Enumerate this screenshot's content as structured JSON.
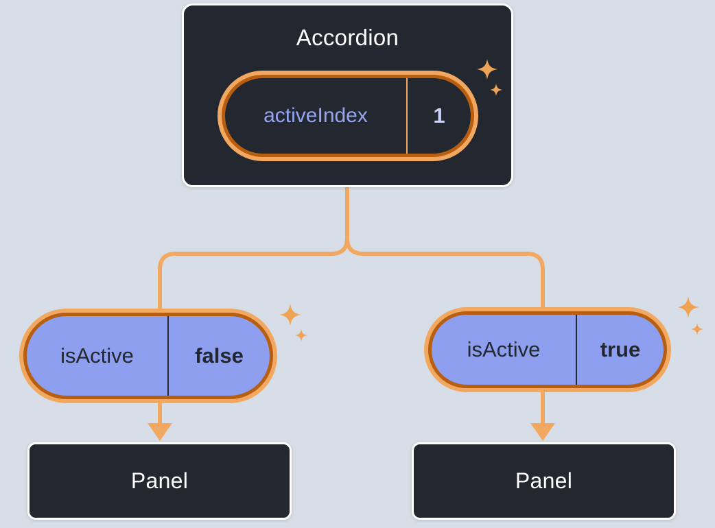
{
  "diagram": {
    "root": {
      "title": "Accordion",
      "pill": {
        "label": "activeIndex",
        "value": "1"
      }
    },
    "children": [
      {
        "pill": {
          "label": "isActive",
          "value": "false"
        },
        "panel_title": "Panel"
      },
      {
        "pill": {
          "label": "isActive",
          "value": "true"
        },
        "panel_title": "Panel"
      }
    ]
  },
  "icons": {
    "sparkle": "sparkle-icon"
  },
  "colors": {
    "background": "#d8dee7",
    "node_dark": "#23272f",
    "node_border": "#ffffff",
    "accent_orange": "#f2a860",
    "accent_orange_dark": "#b85e10",
    "pill_lavender": "#8d9fee",
    "state_label_purple": "#96a4f2",
    "state_value_light": "#ccd3f8",
    "dark_text": "#23272f",
    "white_text": "#ffffff",
    "sparkle_gold": "#efa455"
  }
}
